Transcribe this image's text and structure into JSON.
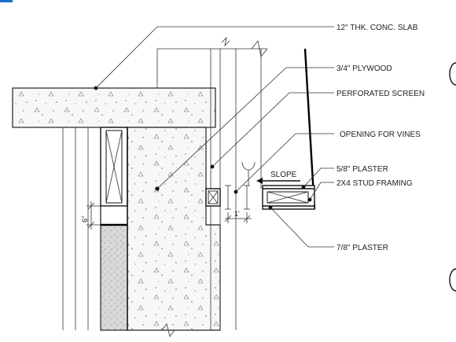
{
  "labels": {
    "slab": "12\" THK. CONC. SLAB",
    "plywood": "3/4\" PLYWOOD",
    "screen": "PERFORATED SCREEN",
    "opening": "OPENING FOR  VINES",
    "plaster58": "5/8\" PLASTER",
    "stud": "2X4 STUD FRAMING",
    "plaster78": "7/8\" PLASTER",
    "slope": "SLOPE"
  },
  "dimensions": {
    "six_inch": "6\"",
    "one_foot": "1'"
  },
  "colors": {
    "line": "#111111",
    "background": "#ffffff",
    "tab_blue": "#1a6fc4"
  }
}
